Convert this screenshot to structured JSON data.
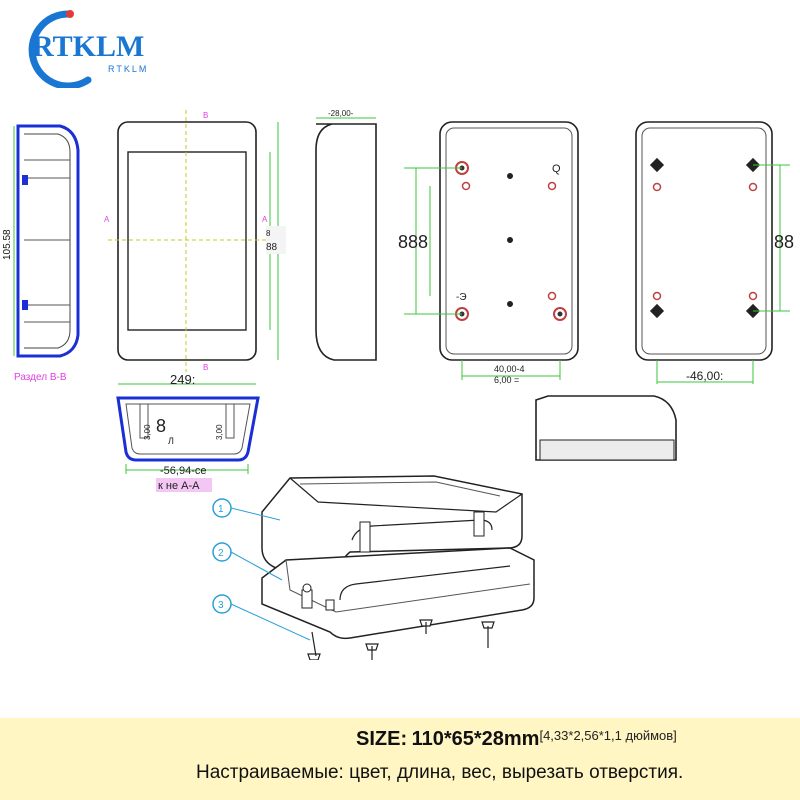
{
  "brand": {
    "logo_big": "RTKLM",
    "logo_small": "RTKLM"
  },
  "drawing": {
    "dim_height": "105.58",
    "section_bb": "Раздел B-B",
    "front_top_marker": "B",
    "front_bottom_marker": "B",
    "front_left_marker": "A",
    "front_right_marker": "A",
    "front_right_num_small": "8",
    "front_right_num": "88",
    "front_width": "249:",
    "side_depth": "-28,00-",
    "back_left_num": "888",
    "back_q_mark": "Q",
    "back_3_mark": "-Э",
    "back_dim_40": "40,00-4",
    "back_dim_6": "6,00 =",
    "bottom_right_num": "88",
    "bottom_width": "-46,00:",
    "section_aa_num": "8",
    "section_aa_300a": "3,00",
    "section_aa_300b": "3,00",
    "section_aa_j1": "Л",
    "section_aa_width": "-56,94-се",
    "section_aa_caption": "к не А-А",
    "callout_1": "1",
    "callout_2": "2",
    "callout_3": "3"
  },
  "banner": {
    "size_label": "SIZE:",
    "size_value": "110*65*28mm",
    "size_inches": "[4,33*2,56*1,1 дюймов]",
    "customizable": "Настраиваемые: цвет, длина, вес, вырезать отверстия."
  },
  "colors": {
    "line_green": "#3cc43c",
    "section_blue": "#1a2fd6",
    "pink": "#e040e0",
    "logo_blue": "#1976d2",
    "logo_red": "#e53935",
    "callout_cyan": "#2aa0d8",
    "banner_bg": "#fff6c4"
  }
}
